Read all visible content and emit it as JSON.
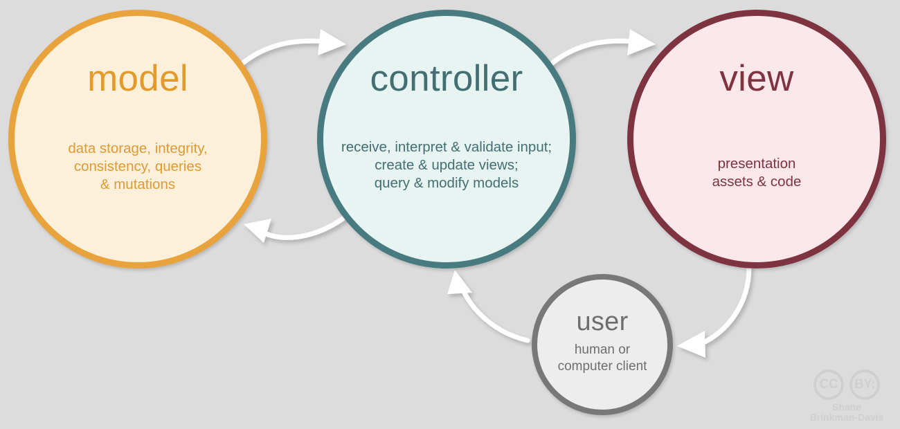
{
  "diagram": {
    "title": "MVC architecture diagram",
    "background_color": "#dcdcdc",
    "nodes": [
      {
        "id": "model",
        "title": "model",
        "description": "data storage, integrity,\nconsistency, queries\n& mutations",
        "border_color": "#e8a33c",
        "fill_color": "#fdf0da",
        "text_color": "#e09a33"
      },
      {
        "id": "controller",
        "title": "controller",
        "description": "receive, interpret & validate input;\ncreate & update views;\nquery & modify models",
        "border_color": "#477b7f",
        "fill_color": "#e7f4f1",
        "text_color": "#436f73"
      },
      {
        "id": "view",
        "title": "view",
        "description": "presentation\nassets & code",
        "border_color": "#7e3340",
        "fill_color": "#fce8ea",
        "text_color": "#7e3340"
      },
      {
        "id": "user",
        "title": "user",
        "description": "human or\ncomputer client",
        "border_color": "#787878",
        "fill_color": "#ededed",
        "text_color": "#6e6e6e"
      }
    ],
    "arrows": [
      {
        "id": "model-to-controller",
        "from": "model",
        "to": "controller",
        "color": "#ffffff"
      },
      {
        "id": "controller-to-model",
        "from": "controller",
        "to": "model",
        "color": "#ffffff"
      },
      {
        "id": "controller-to-view",
        "from": "controller",
        "to": "view",
        "color": "#ffffff"
      },
      {
        "id": "view-to-user",
        "from": "view",
        "to": "user",
        "color": "#ffffff"
      },
      {
        "id": "user-to-controller",
        "from": "user",
        "to": "controller",
        "color": "#ffffff"
      }
    ]
  },
  "credit": {
    "cc_label": "CC",
    "by_label": "BY:",
    "name_line1": "Shane",
    "name_line2": "Brinkman-Davis",
    "color": "#cfcfcf"
  }
}
